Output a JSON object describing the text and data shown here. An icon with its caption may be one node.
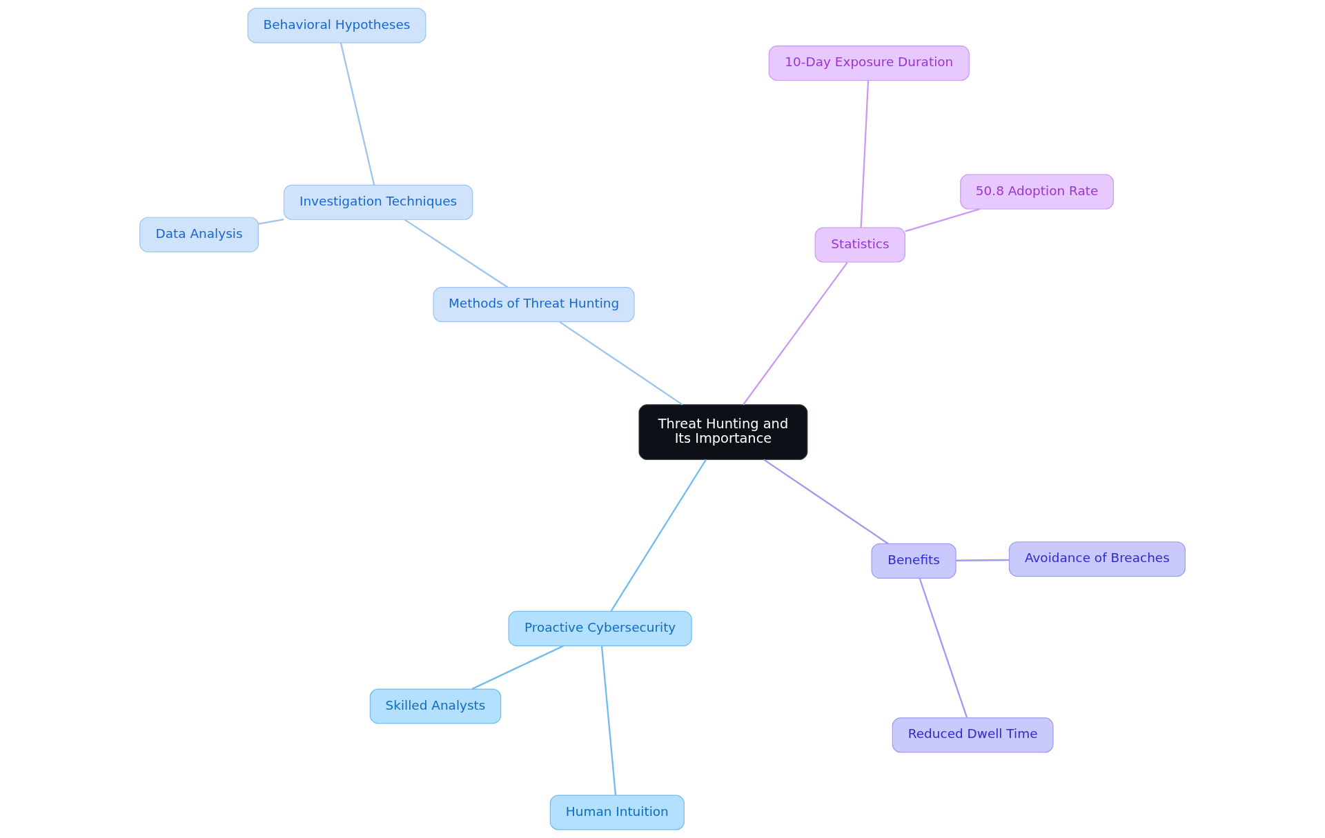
{
  "diagram": {
    "nodes": [
      {
        "text": [
          "Threat Hunting and Its Importance"
        ]
      },
      {
        "text": [
          "Benefits"
        ]
      },
      {
        "text": [
          "Avoidance of Breaches"
        ]
      },
      {
        "text": [
          "Reduced Dwell Time"
        ]
      },
      {
        "text": [
          "Statistics"
        ]
      },
      {
        "text": [
          "50.8 Adoption Rate"
        ]
      },
      {
        "text": [
          "10-Day Exposure Duration"
        ]
      },
      {
        "text": [
          "Proactive Cybersecurity"
        ]
      },
      {
        "text": [
          "Skilled Analysts"
        ]
      },
      {
        "text": [
          "Human Intuition"
        ]
      },
      {
        "text": [
          "Methods of Threat Hunting"
        ]
      },
      {
        "text": [
          "Investigation Techniques"
        ]
      },
      {
        "text": [
          "Behavioral Hypotheses"
        ]
      },
      {
        "text": [
          "Data Analysis"
        ]
      }
    ],
    "edges": [
      {
        "from": 0,
        "to": 1,
        "arrow": "none",
        "color": "#9b9bf0"
      },
      {
        "from": 1,
        "to": 2,
        "arrow": "none",
        "color": "#9b9bf0"
      },
      {
        "from": 1,
        "to": 3,
        "arrow": "none",
        "color": "#9b9bf0"
      },
      {
        "from": 0,
        "to": 4,
        "arrow": "none",
        "color": "#cc99f2"
      },
      {
        "from": 4,
        "to": 5,
        "arrow": "none",
        "color": "#cc99f2"
      },
      {
        "from": 4,
        "to": 6,
        "arrow": "none",
        "color": "#cc99f2"
      },
      {
        "from": 0,
        "to": 7,
        "arrow": "none",
        "color": "#72bbf0"
      },
      {
        "from": 7,
        "to": 8,
        "arrow": "none",
        "color": "#72bbf0"
      },
      {
        "from": 7,
        "to": 9,
        "arrow": "none",
        "color": "#72bbf0"
      },
      {
        "from": 0,
        "to": 10,
        "arrow": "none",
        "color": "#9dc4f0"
      },
      {
        "from": 10,
        "to": 11,
        "arrow": "none",
        "color": "#9dc4f0"
      },
      {
        "from": 11,
        "to": 12,
        "arrow": "none",
        "color": "#9dc4f0"
      },
      {
        "from": 11,
        "to": 13,
        "arrow": "none",
        "color": "#9dc4f0"
      }
    ]
  }
}
